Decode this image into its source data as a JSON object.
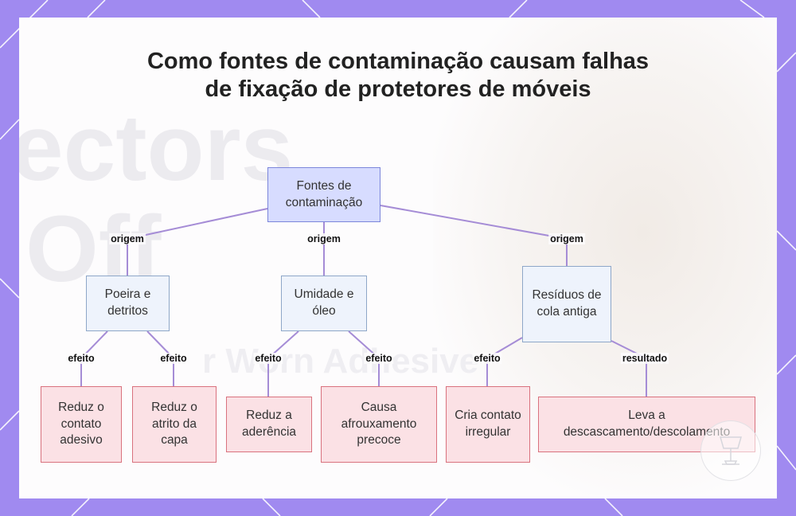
{
  "title": "Como fontes de contaminação causam falhas de fixação de protetores de móveis",
  "background_text": [
    "ectors",
    "Off",
    "r Worn Adhesive"
  ],
  "colors": {
    "frame": "#a08af0",
    "root_fill": "#d7dcff",
    "mid_fill": "#eef3fc",
    "leaf_fill": "#fbe1e5",
    "edge": "#a58cd6"
  },
  "nodes": {
    "root": "Fontes de contaminação",
    "poeira": "Poeira e detritos",
    "umidade": "Umidade e óleo",
    "residuos": "Resíduos de cola antiga",
    "reduz_contato": "Reduz o contato adesivo",
    "reduz_atrito": "Reduz o atrito da capa",
    "reduz_aderencia": "Reduz a aderência",
    "afrouxamento": "Causa afrouxamento precoce",
    "contato_irregular": "Cria contato irregular",
    "descascamento": "Leva a descascamento/descolamento"
  },
  "edge_labels": {
    "origem_1": "origem",
    "origem_2": "origem",
    "origem_3": "origem",
    "efeito_1": "efeito",
    "efeito_2": "efeito",
    "efeito_3": "efeito",
    "efeito_4": "efeito",
    "efeito_5": "efeito",
    "resultado": "resultado"
  }
}
